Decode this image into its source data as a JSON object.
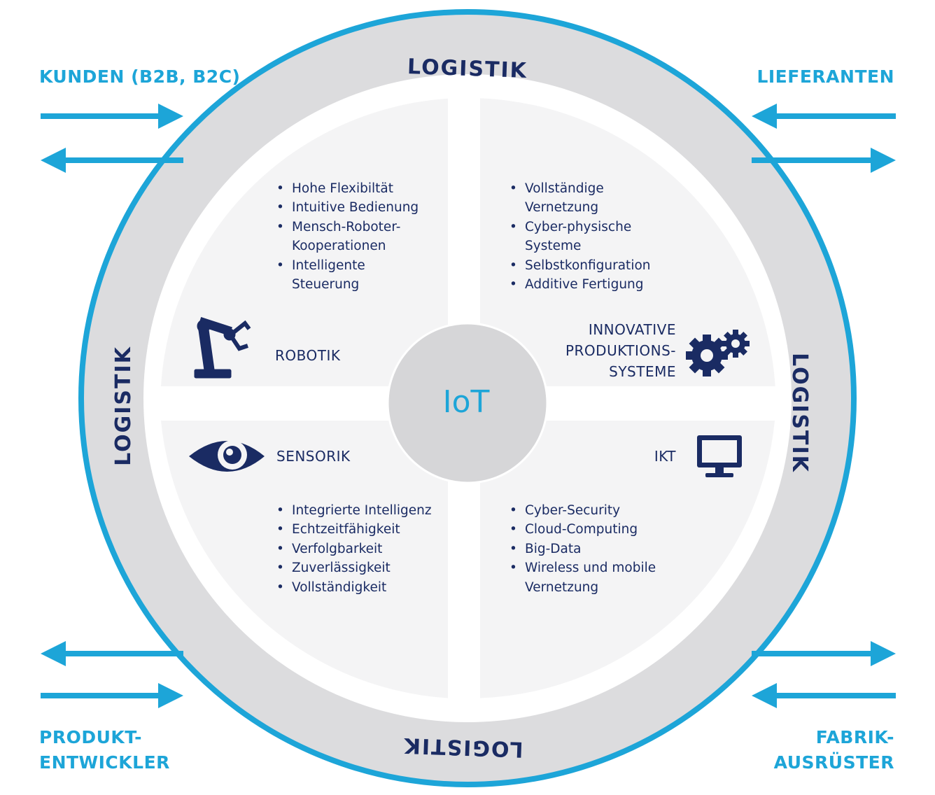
{
  "colors": {
    "accent": "#1da5d8",
    "navy": "#1a2b63",
    "ring_gray": "#dcdcde",
    "quadrant_fill": "#f4f4f5",
    "hub_gray": "#d6d6d8"
  },
  "ring": {
    "label": "LOGISTIK"
  },
  "center": {
    "label": "IoT"
  },
  "corners": {
    "top_left": "KUNDEN (B2B, B2C)",
    "top_right": "LIEFERANTEN",
    "bottom_left": "PRODUKT-\nENTWICKLER",
    "bottom_right": "FABRIK-\nAUSRÜSTER"
  },
  "quadrants": {
    "robotik": {
      "title": "ROBOTIK",
      "icon": "robot-arm-icon",
      "items": [
        "Hohe Flexibiltät",
        "Intuitive Bedienung",
        "Mensch-Roboter-\nKooperationen",
        "Intelligente\nSteuerung"
      ]
    },
    "innovative": {
      "title": "INNOVATIVE\nPRODUKTIONS-\nSYSTEME",
      "icon": "gears-icon",
      "items": [
        "Vollständige\nVernetzung",
        "Cyber-physische\nSysteme",
        "Selbstkonfiguration",
        "Additive Fertigung"
      ]
    },
    "sensorik": {
      "title": "SENSORIK",
      "icon": "eye-icon",
      "items": [
        "Integrierte Intelligenz",
        "Echtzeitfähigkeit",
        "Verfolgbarkeit",
        "Zuverlässigkeit",
        "Vollständigkeit"
      ]
    },
    "ikt": {
      "title": "IKT",
      "icon": "monitor-icon",
      "items": [
        "Cyber-Security",
        "Cloud-Computing",
        "Big-Data",
        "Wireless und mobile\nVernetzung"
      ]
    }
  }
}
